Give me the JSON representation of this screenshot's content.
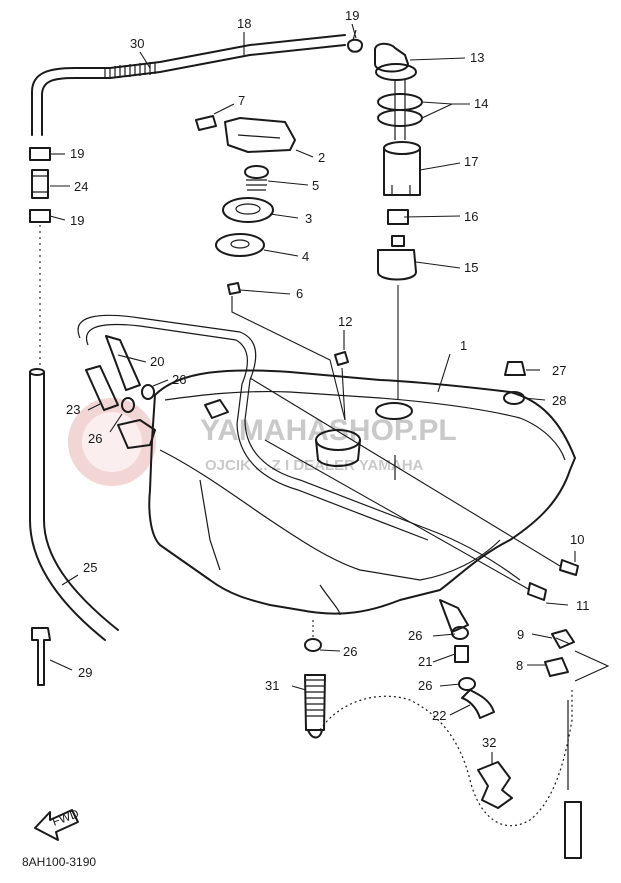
{
  "diagram": {
    "drawing_code": "8AH100-3190",
    "fwd_label": "FWD",
    "watermark": {
      "line1": "YAMAHASHOP.PL",
      "line2": "OJCIK ... Z I DEALER YAMAHA"
    },
    "callouts": [
      {
        "id": "c1",
        "label": "1"
      },
      {
        "id": "c2",
        "label": "2"
      },
      {
        "id": "c3",
        "label": "3"
      },
      {
        "id": "c4",
        "label": "4"
      },
      {
        "id": "c5",
        "label": "5"
      },
      {
        "id": "c6",
        "label": "6"
      },
      {
        "id": "c7",
        "label": "7"
      },
      {
        "id": "c8",
        "label": "8"
      },
      {
        "id": "c9",
        "label": "9"
      },
      {
        "id": "c10",
        "label": "10"
      },
      {
        "id": "c11",
        "label": "11"
      },
      {
        "id": "c12",
        "label": "12"
      },
      {
        "id": "c13",
        "label": "13"
      },
      {
        "id": "c14",
        "label": "14"
      },
      {
        "id": "c15",
        "label": "15"
      },
      {
        "id": "c16",
        "label": "16"
      },
      {
        "id": "c17",
        "label": "17"
      },
      {
        "id": "c18",
        "label": "18"
      },
      {
        "id": "c19a",
        "label": "19"
      },
      {
        "id": "c19b",
        "label": "19"
      },
      {
        "id": "c19c",
        "label": "19"
      },
      {
        "id": "c20",
        "label": "20"
      },
      {
        "id": "c21",
        "label": "21"
      },
      {
        "id": "c22",
        "label": "22"
      },
      {
        "id": "c23",
        "label": "23"
      },
      {
        "id": "c24",
        "label": "24"
      },
      {
        "id": "c25",
        "label": "25"
      },
      {
        "id": "c26a",
        "label": "26"
      },
      {
        "id": "c26b",
        "label": "26"
      },
      {
        "id": "c26c",
        "label": "26"
      },
      {
        "id": "c26d",
        "label": "26"
      },
      {
        "id": "c26e",
        "label": "26"
      },
      {
        "id": "c27",
        "label": "27"
      },
      {
        "id": "c28",
        "label": "28"
      },
      {
        "id": "c29",
        "label": "29"
      },
      {
        "id": "c30",
        "label": "30"
      },
      {
        "id": "c31",
        "label": "31"
      },
      {
        "id": "c32",
        "label": "32"
      }
    ]
  }
}
